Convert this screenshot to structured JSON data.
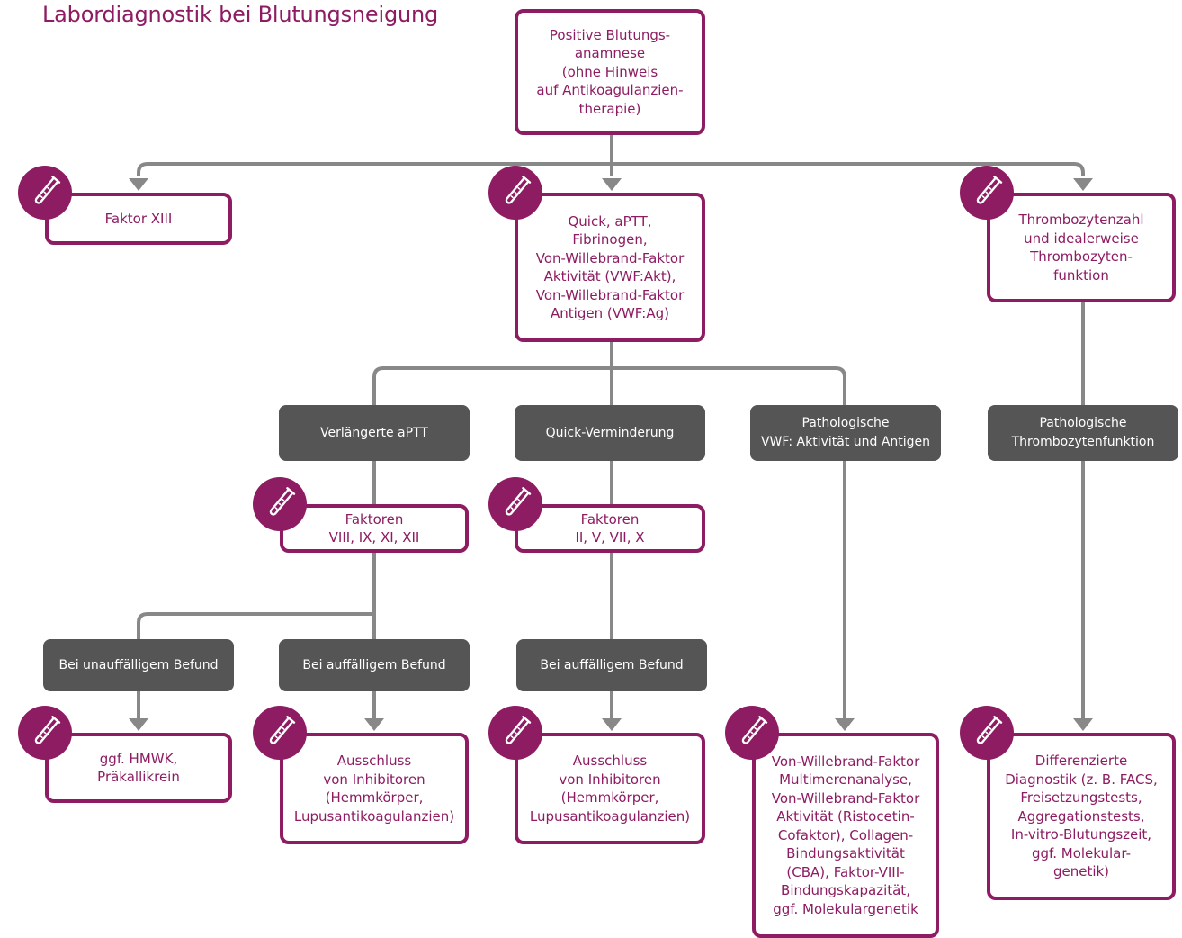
{
  "title": "Labordiagnostik bei Blutungsneigung",
  "colors": {
    "accent": "#8d1c62",
    "dark_box": "#555555",
    "connector": "#888888"
  },
  "icon": "test-tube-icon",
  "boxes": {
    "start": "Positive Blutungs-\nanamnese\n(ohne Hinweis\nauf Antikoagulanzien-\ntherapie)",
    "faktor13": "Faktor XIII",
    "quick": "Quick, aPTT,\nFibrinogen,\nVon-Willebrand-Faktor\nAktivität (VWF:Akt),\nVon-Willebrand-Faktor\nAntigen (VWF:Ag)",
    "thrombo": "Thrombozytenzahl\nund idealerweise\nThrombozyten-\nfunktion",
    "faktoren_a": "Faktoren\nVIII, IX, XI, XII",
    "faktoren_b": "Faktoren\nII, V, VII, X",
    "hmwk": "ggf. HMWK,\nPräkallikrein",
    "inhib_a": "Ausschluss\nvon Inhibitoren\n(Hemmkörper,\nLupusantikoagulanzien)",
    "inhib_b": "Ausschluss\nvon Inhibitoren\n(Hemmkörper,\nLupusantikoagulanzien)",
    "vwf": "Von-Willebrand-Faktor\nMultimerenanalyse,\nVon-Willebrand-Faktor\nAktivität (Ristocetin-\nCofaktor), Collagen-\nBindungsaktivität\n(CBA), Faktor-VIII-\nBindungskapazität,\nggf. Molekulargenetik",
    "diff": "Differenzierte\nDiagnostik (z. B. FACS,\nFreisetzungstests,\nAggregationstests,\nIn-vitro-Blutungszeit,\nggf. Molekular-\ngenetik)"
  },
  "conditions": {
    "aptt": "Verlängerte aPTT",
    "quick": "Quick-Verminderung",
    "vwf": "Pathologische\nVWF: Aktivität und Antigen",
    "thrombo": "Pathologische\nThrombozytenfunktion",
    "unauff": "Bei unauffälligem Befund",
    "auff_a": "Bei auffälligem Befund",
    "auff_b": "Bei auffälligem Befund"
  }
}
